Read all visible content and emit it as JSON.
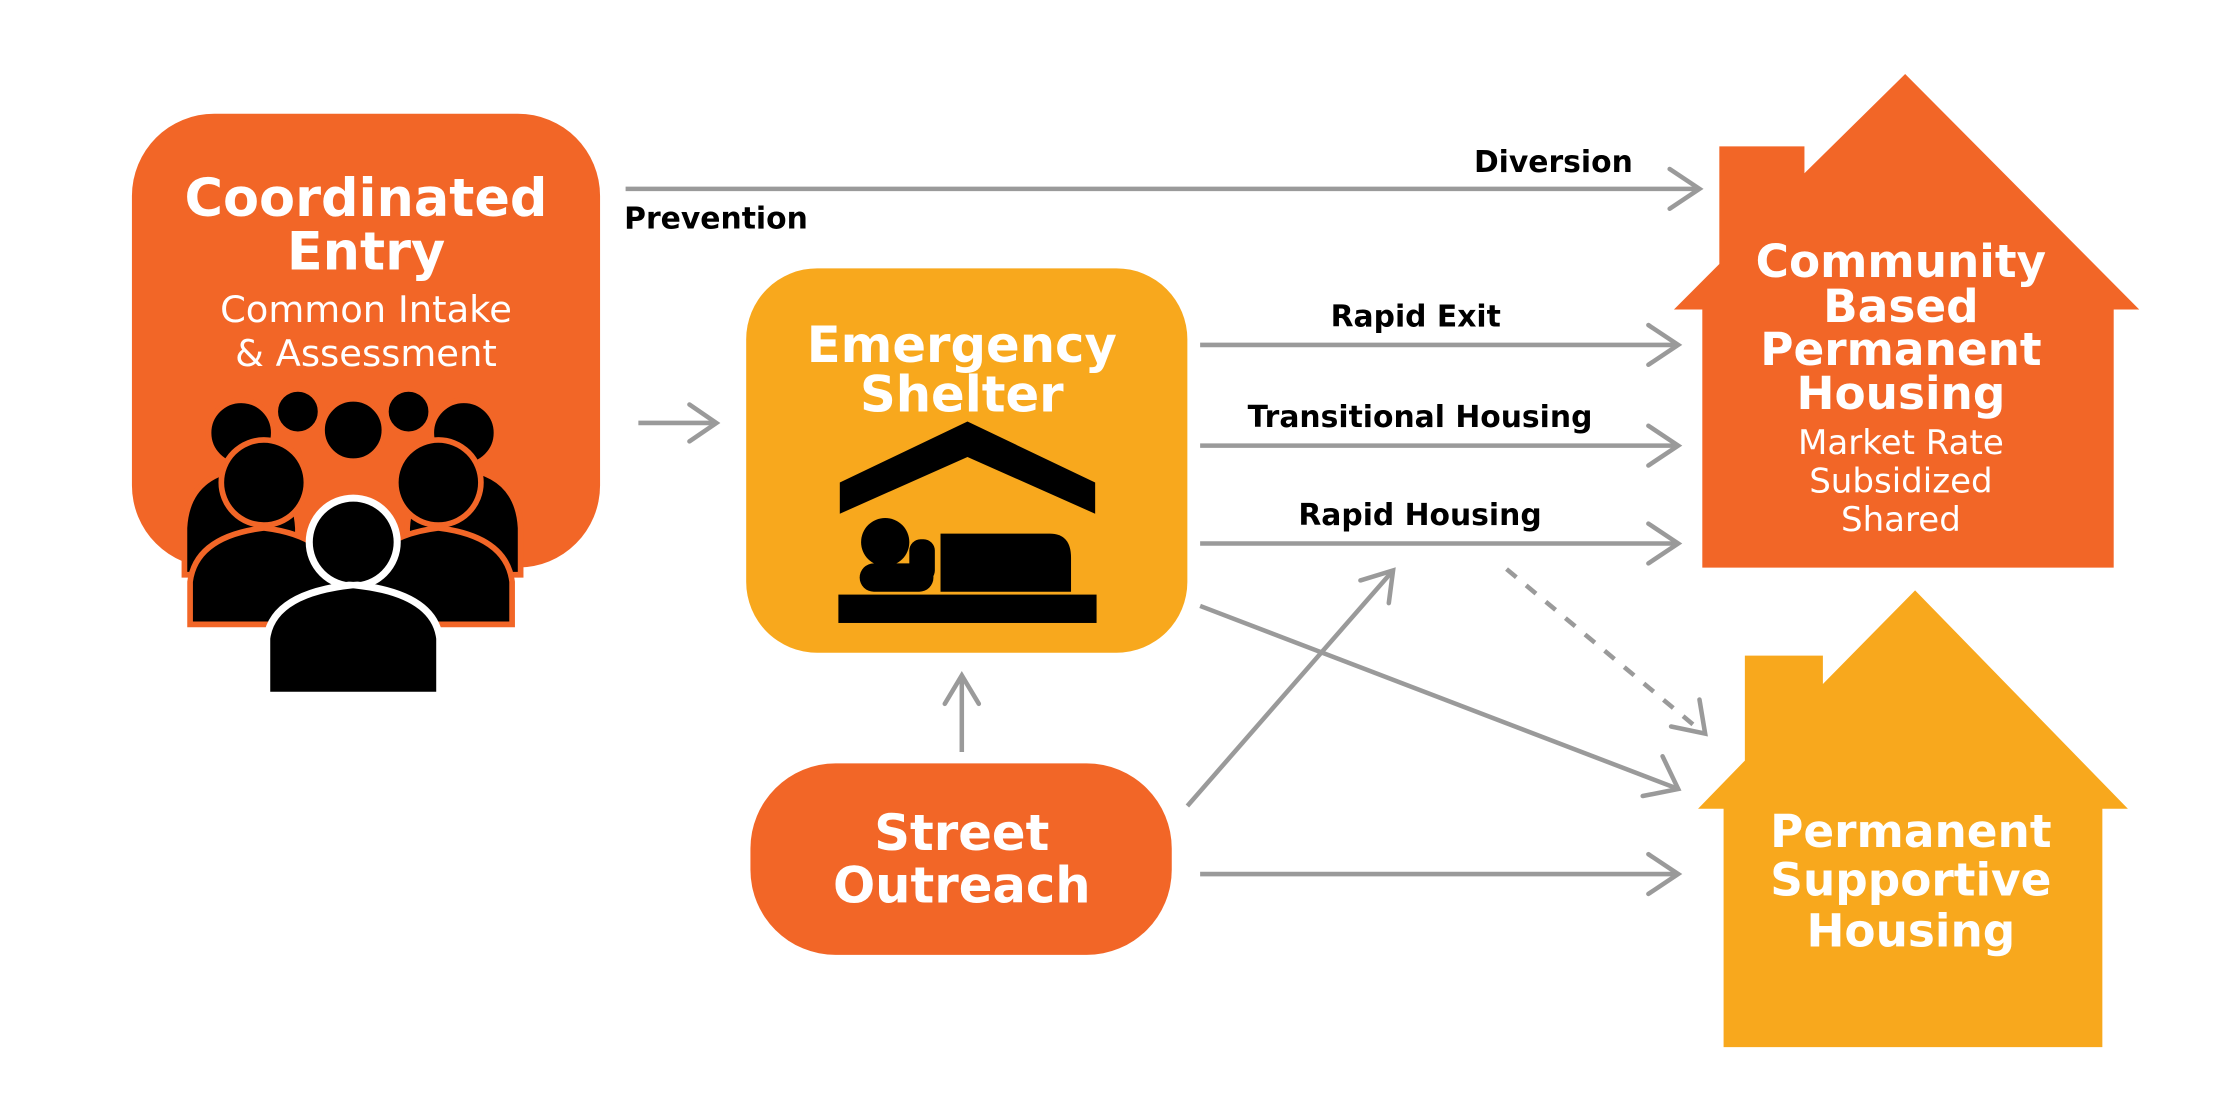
{
  "colors": {
    "orange": "#F26627",
    "amber": "#F8A81D",
    "arrow_gray": "#9A9A9A",
    "text_dark": "#000000",
    "text_light": "#FFFFFF"
  },
  "nodes": {
    "coordinated_entry": {
      "title_lines": [
        "Coordinated",
        "Entry"
      ],
      "subtitle_lines": [
        "Common Intake",
        "& Assessment"
      ],
      "icon": "people-group-icon"
    },
    "emergency_shelter": {
      "title_lines": [
        "Emergency",
        "Shelter"
      ],
      "icon": "sleeping-person-shelter-icon"
    },
    "street_outreach": {
      "title_lines": [
        "Street",
        "Outreach"
      ]
    },
    "community_housing": {
      "title_lines": [
        "Community",
        "Based",
        "Permanent",
        "Housing"
      ],
      "subtitle_lines": [
        "Market Rate",
        "Subsidized",
        "Shared"
      ],
      "icon": "house-icon"
    },
    "supportive_housing": {
      "title_lines": [
        "Permanent",
        "Supportive",
        "Housing"
      ],
      "icon": "house-icon"
    }
  },
  "edges": [
    {
      "from": "coordinated_entry",
      "to": "community_housing",
      "label": "Diversion",
      "style": "solid"
    },
    {
      "from": "coordinated_entry",
      "to": "community_housing",
      "label": "Prevention",
      "style": "solid"
    },
    {
      "from": "coordinated_entry",
      "to": "emergency_shelter",
      "label": "",
      "style": "solid"
    },
    {
      "from": "emergency_shelter",
      "to": "community_housing",
      "label": "Rapid Exit",
      "style": "solid"
    },
    {
      "from": "emergency_shelter",
      "to": "community_housing",
      "label": "Transitional Housing",
      "style": "solid"
    },
    {
      "from": "emergency_shelter",
      "to": "community_housing",
      "label": "Rapid Housing",
      "style": "solid"
    },
    {
      "from": "emergency_shelter",
      "to": "supportive_housing",
      "label": "",
      "style": "solid"
    },
    {
      "from": "street_outreach",
      "to": "emergency_shelter",
      "label": "",
      "style": "solid"
    },
    {
      "from": "street_outreach",
      "to": "rapid_housing",
      "label": "",
      "style": "solid"
    },
    {
      "from": "street_outreach",
      "to": "supportive_housing",
      "label": "",
      "style": "solid"
    },
    {
      "from": "rapid_housing",
      "to": "supportive_housing",
      "label": "",
      "style": "dashed"
    }
  ]
}
